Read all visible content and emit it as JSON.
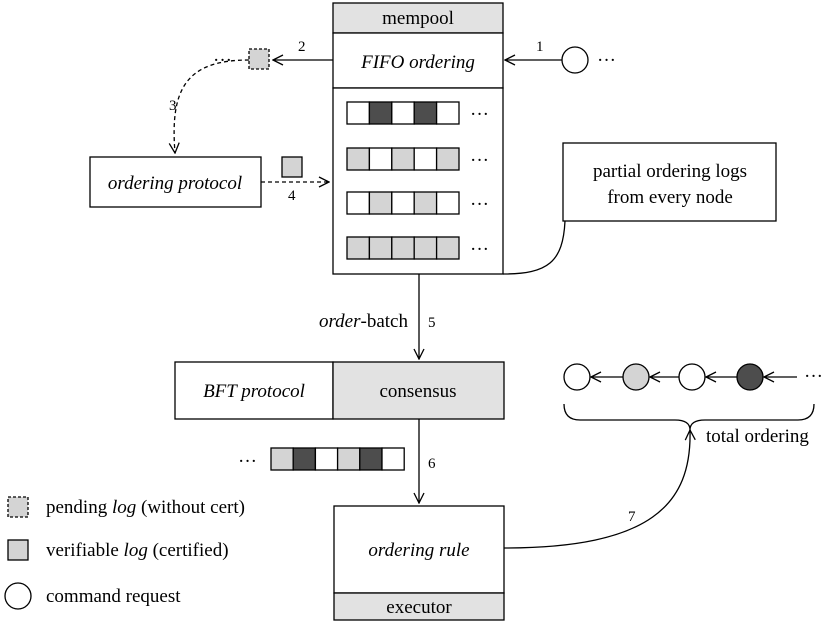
{
  "colors": {
    "stroke": "#000000",
    "light_gray": "#d4d4d4",
    "dark_gray": "#4d4d4d",
    "white": "#ffffff",
    "box_gray": "#e2e2e2"
  },
  "mempool": {
    "title": "mempool",
    "fifo_label": "FIFO ordering",
    "log_rows": [
      [
        "white",
        "dark",
        "white",
        "dark",
        "white"
      ],
      [
        "light",
        "white",
        "light",
        "white",
        "light"
      ],
      [
        "white",
        "light",
        "white",
        "light",
        "white"
      ],
      [
        "light",
        "light",
        "light",
        "light",
        "light"
      ]
    ],
    "ellipsis": "···"
  },
  "ordering_protocol": {
    "label": "ordering protocol"
  },
  "partial_logs": {
    "line1": "partial ordering logs",
    "line2": "from every node"
  },
  "order_batch": {
    "italic_part": "order",
    "plain_part": "-batch"
  },
  "bft": {
    "protocol_label": "BFT protocol",
    "consensus_label": "consensus"
  },
  "executor": {
    "rule_label": "ordering rule",
    "title": "executor"
  },
  "batch_row": {
    "cells": [
      "light",
      "dark",
      "white",
      "light",
      "dark",
      "white"
    ],
    "ellipsis": "···"
  },
  "total_ordering": {
    "label": "total ordering",
    "circles": [
      "white",
      "light",
      "white",
      "dark"
    ],
    "ellipsis": "···"
  },
  "steps": [
    "1",
    "2",
    "3",
    "4",
    "5",
    "6",
    "7"
  ],
  "request_ellipsis": "···",
  "pending_ellipsis": "···",
  "legend": [
    {
      "kind": "pending",
      "prefix": "pending ",
      "italic": "log",
      "suffix": " (without cert)"
    },
    {
      "kind": "verifiable",
      "prefix": "verifiable ",
      "italic": "log",
      "suffix": " (certified)"
    },
    {
      "kind": "request",
      "prefix": "command request",
      "italic": "",
      "suffix": ""
    }
  ]
}
